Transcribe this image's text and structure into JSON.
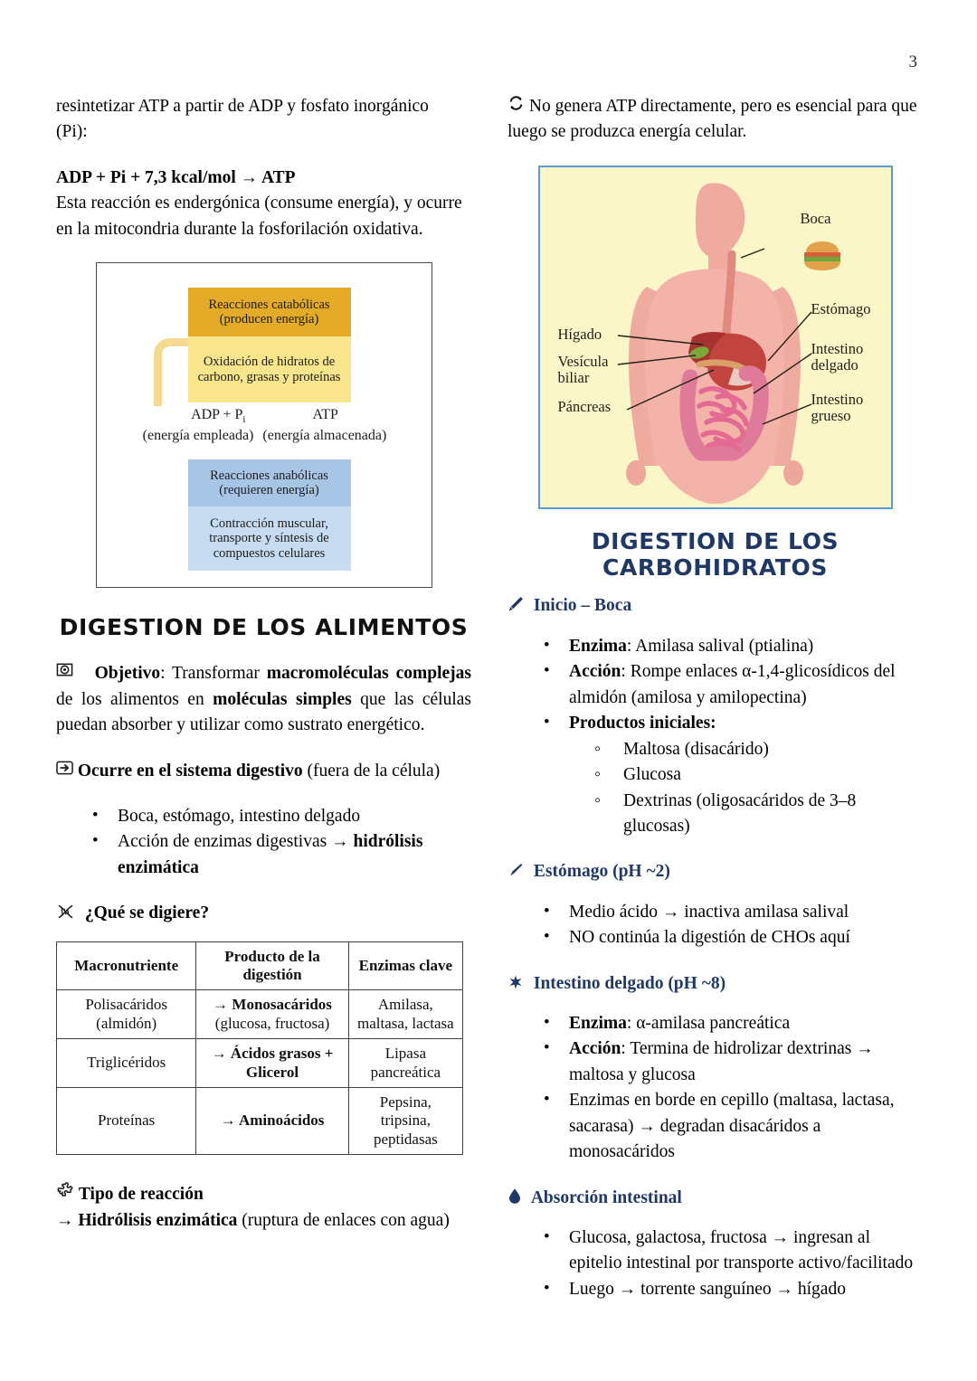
{
  "page": {
    "number": "3"
  },
  "left": {
    "intro": {
      "line1": "resintetizar ATP a partir de ADP y fosfato inorgánico",
      "line2": "(Pi):"
    },
    "equation": "ADP + Pi + 7,3 kcal/mol → ATP",
    "equation_note": " Esta reacción es endergónica (consume energía), y ocurre en la mitocondria durante la fosforilación oxidativa.",
    "figure_atp": {
      "catabolic_title": "Reacciones catabólicas (producen energía)",
      "catabolic_body": "Oxidación de hidratos de carbono, grasas y proteínas",
      "left_term": "ADP + P",
      "left_term_sub": "i",
      "left_caption": "(energía empleada)",
      "right_term": "ATP",
      "right_caption": "(energía almacenada)",
      "anabolic_title": "Reacciones anabólicas (requieren energía)",
      "anabolic_body": "Contracción muscular, transporte y síntesis de compuestos celulares"
    },
    "heading_alimentos": "DIGESTION DE LOS ALIMENTOS",
    "objetivo": {
      "icon": "target-icon",
      "label": "Objetivo",
      "text_a": ": Transformar ",
      "bold_a": "macromoléculas complejas",
      "text_b": " de los alimentos en ",
      "bold_b": "moléculas simples",
      "text_c": " que las células puedan absorber y utilizar como sustrato energético."
    },
    "ocurre": {
      "icon": "arrow-right-box-icon",
      "bold": "Ocurre en el sistema digestivo",
      "rest": " (fuera de la célula)"
    },
    "ocurre_bullets": [
      {
        "plain": "Boca, estómago, intestino delgado",
        "bold": ""
      },
      {
        "plain": "Acción de enzimas digestivas → ",
        "bold": "hidrólisis enzimática"
      }
    ],
    "que_se_digiere": {
      "icon": "dna-icon",
      "label": "¿Qué se digiere?"
    },
    "table": {
      "headers": [
        "Macronutriente",
        "Producto de la digestión",
        "Enzimas clave"
      ],
      "rows": [
        {
          "nutrient": "Polisacáridos (almidón)",
          "product_bold": "→ Monosacáridos",
          "product_plain": "(glucosa, fructosa)",
          "enzymes": "Amilasa, maltasa, lactasa"
        },
        {
          "nutrient": "Triglicéridos",
          "product_bold": "→ Ácidos grasos + Glicerol",
          "product_plain": "",
          "enzymes": "Lipasa pancreática"
        },
        {
          "nutrient": "Proteínas",
          "product_bold": "→ Aminoácidos",
          "product_plain": "",
          "enzymes": "Pepsina, tripsina, peptidasas"
        }
      ]
    },
    "tipo_reaccion": {
      "icon": "puzzle-icon",
      "label": "Tipo de reacción",
      "bold": "→ Hidrólisis enzimática",
      "rest": " (ruptura de enlaces con agua)"
    }
  },
  "right": {
    "note": {
      "icon": "recycle-arrows-icon",
      "text": "No genera ATP directamente, pero es esencial para que luego se produzca energía celular."
    },
    "figure_anatomy": {
      "labels": {
        "boca": "Boca",
        "estomago": "Estómago",
        "intestino_delgado": "Intestino\ndelgado",
        "intestino_grueso": "Intestino\ngrueso",
        "higado": "Hígado",
        "vesicula": "Vesícula\nbiliar",
        "pancreas": "Páncreas"
      }
    },
    "heading_carbohidratos": "DIGESTION DE LOS CARBOHIDRATOS",
    "sections": [
      {
        "icon": "pencil-outline-icon",
        "title": "Inicio – Boca",
        "bullets": [
          {
            "bold": "Enzima",
            "plain": ": Amilasa salival (ptialina)"
          },
          {
            "bold": "Acción",
            "plain": ": Rompe enlaces α-1,4-glicosídicos del almidón (amilosa y amilopectina)"
          },
          {
            "bold": "Productos iniciales:",
            "plain": ""
          }
        ],
        "subbullets": [
          "Maltosa (disacárido)",
          "Glucosa",
          "Dextrinas (oligosacáridos de 3–8 glucosas)"
        ]
      },
      {
        "icon": "pencil-filled-icon",
        "title": "Estómago (pH ~2)",
        "bullets": [
          {
            "bold": "",
            "plain": "Medio ácido → inactiva amilasa salival"
          },
          {
            "bold": "",
            "plain": "NO continúa la digestión de CHOs aquí"
          }
        ],
        "subbullets": []
      },
      {
        "icon": "sparkle-icon",
        "title": "Intestino delgado (pH ~8)",
        "bullets": [
          {
            "bold": "Enzima",
            "plain": ": α-amilasa pancreática"
          },
          {
            "bold": "Acción",
            "plain": ": Termina de hidrolizar dextrinas → maltosa y glucosa"
          },
          {
            "bold": "",
            "plain": "Enzimas en borde en cepillo (maltasa, lactasa, sacarasa) → degradan disacáridos a monosacáridos"
          }
        ],
        "subbullets": []
      },
      {
        "icon": "droplet-icon",
        "title": "Absorción intestinal",
        "bullets": [
          {
            "bold": "",
            "plain": "Glucosa, galactosa, fructosa → ingresan al epitelio intestinal por transporte activo/facilitado"
          },
          {
            "bold": "",
            "plain": "Luego → torrente sanguíneo → hígado"
          }
        ],
        "subbullets": []
      }
    ]
  },
  "colors": {
    "navy": "#1f3864",
    "catabolic_header": "#e3ab28",
    "catabolic_body": "#f8e58c",
    "anabolic_header": "#a8c5e6",
    "anabolic_body": "#c8dcf1",
    "anatomy_bg": "#faf6c8",
    "anatomy_border": "#5b9bd5"
  }
}
